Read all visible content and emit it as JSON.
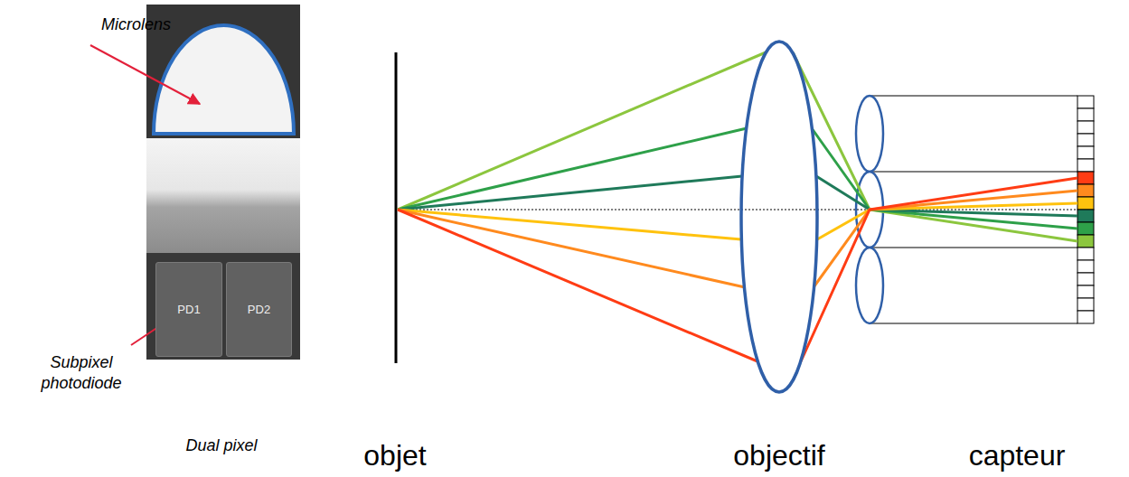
{
  "diagram": {
    "nodes": [
      {
        "text": [
          "PD1"
        ]
      },
      {
        "text": [
          "PD2"
        ]
      }
    ],
    "labels": [
      "Microlens",
      "Subpixel photodiode",
      "Dual pixel",
      "objet",
      "objectif",
      "capteur"
    ]
  }
}
